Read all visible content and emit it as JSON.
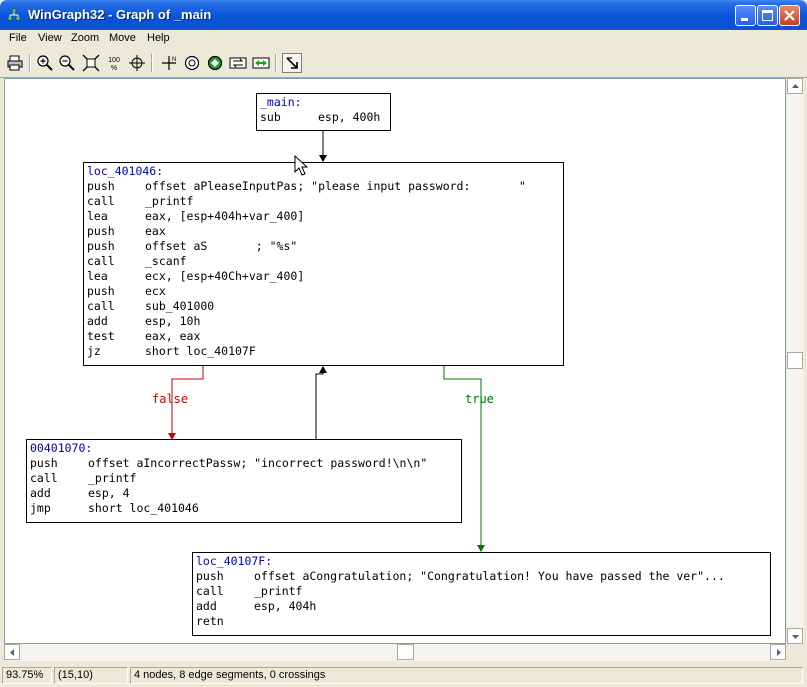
{
  "window": {
    "title": "WinGraph32 - Graph of _main"
  },
  "menu": [
    "File",
    "View",
    "Zoom",
    "Move",
    "Help"
  ],
  "toolbar": {
    "icons": [
      "print-icon",
      "zoom-in-icon",
      "zoom-out-icon",
      "fit-window-icon",
      "zoom-100-icon",
      "center-icon",
      "layout-icon",
      "circle-icon",
      "green-node-icon",
      "swap-icon",
      "green-arrows-icon",
      "follow-edge-icon"
    ],
    "zoom100_label": "100\n%"
  },
  "graph": {
    "nodes": [
      {
        "id": "main",
        "label": "_main:",
        "lines": [
          [
            "sub",
            "esp, 400h"
          ]
        ]
      },
      {
        "id": "loc_401046",
        "label": "loc_401046:",
        "lines": [
          [
            "push",
            "offset aPleaseInputPas; \"please input password:       \""
          ],
          [
            "call",
            "_printf"
          ],
          [
            "lea",
            "eax, [esp+404h+var_400]"
          ],
          [
            "push",
            "eax"
          ],
          [
            "push",
            "offset aS       ; \"%s\""
          ],
          [
            "call",
            "_scanf"
          ],
          [
            "lea",
            "ecx, [esp+40Ch+var_400]"
          ],
          [
            "push",
            "ecx"
          ],
          [
            "call",
            "sub_401000"
          ],
          [
            "add",
            "esp, 10h"
          ],
          [
            "test",
            "eax, eax"
          ],
          [
            "jz",
            "short loc_40107F"
          ]
        ]
      },
      {
        "id": "00401070",
        "label": "00401070:",
        "lines": [
          [
            "push",
            "offset aIncorrectPassw; \"incorrect password!\\n\\n\""
          ],
          [
            "call",
            "_printf"
          ],
          [
            "add",
            "esp, 4"
          ],
          [
            "jmp",
            "short loc_401046"
          ]
        ]
      },
      {
        "id": "loc_40107F",
        "label": "loc_40107F:",
        "lines": [
          [
            "push",
            "offset aCongratulation; \"Congratulation! You have passed the ver\"..."
          ],
          [
            "call",
            "_printf"
          ],
          [
            "add",
            "esp, 404h"
          ],
          [
            "retn",
            ""
          ]
        ]
      }
    ],
    "edge_labels": {
      "false": "false",
      "true": "true"
    },
    "colors": {
      "false_edge": "#CC0000",
      "true_edge": "#007700",
      "normal_edge": "#000000",
      "label_text": "#0000C0"
    }
  },
  "status": {
    "zoom": "93.75%",
    "coords": "(15,10)",
    "info": "4 nodes, 8 edge segments, 0 crossings"
  }
}
